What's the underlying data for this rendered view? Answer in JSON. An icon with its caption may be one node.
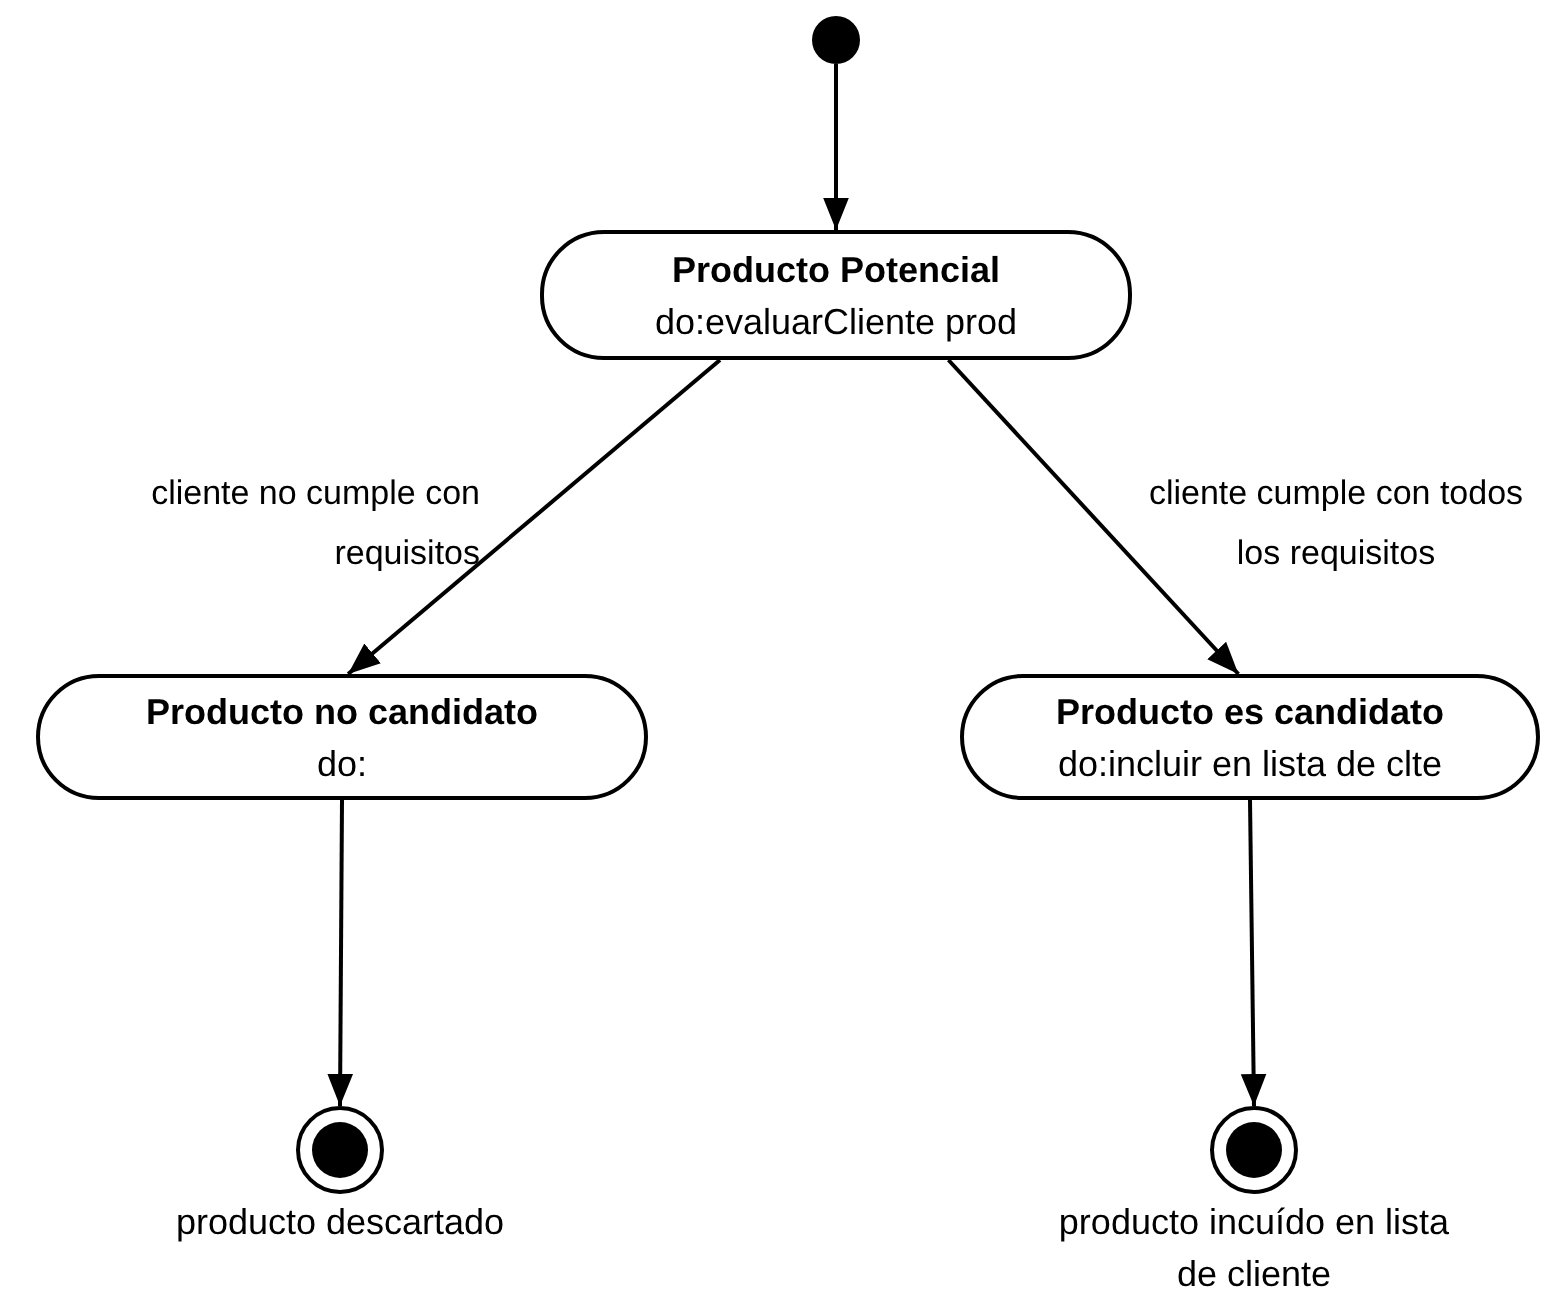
{
  "diagram": {
    "nodes": [
      {
        "text": [],
        "shape": "circle"
      },
      {
        "text": [
          "Producto Potencial",
          "do:evaluarCliente prod"
        ]
      },
      {
        "text": [
          "Producto no candidato",
          "do:"
        ]
      },
      {
        "text": [
          "Producto es candidato",
          "do:incluir en lista de clte"
        ]
      },
      {
        "text": [],
        "shape": "circle",
        "beside": [
          "producto descartado"
        ]
      },
      {
        "text": [],
        "shape": "circle",
        "beside": [
          "producto incuído en lista de cliente"
        ]
      }
    ],
    "edges": [
      {
        "from": 0,
        "to": 1,
        "arrow": "to"
      },
      {
        "from": 1,
        "to": 2,
        "arrow": "to",
        "label": "cliente no cumple con requisitos"
      },
      {
        "from": 1,
        "to": 3,
        "arrow": "to",
        "label": "cliente cumple con todos los requisitos"
      },
      {
        "from": 2,
        "to": 4,
        "arrow": "to"
      },
      {
        "from": 3,
        "to": 5,
        "arrow": "to"
      }
    ]
  }
}
